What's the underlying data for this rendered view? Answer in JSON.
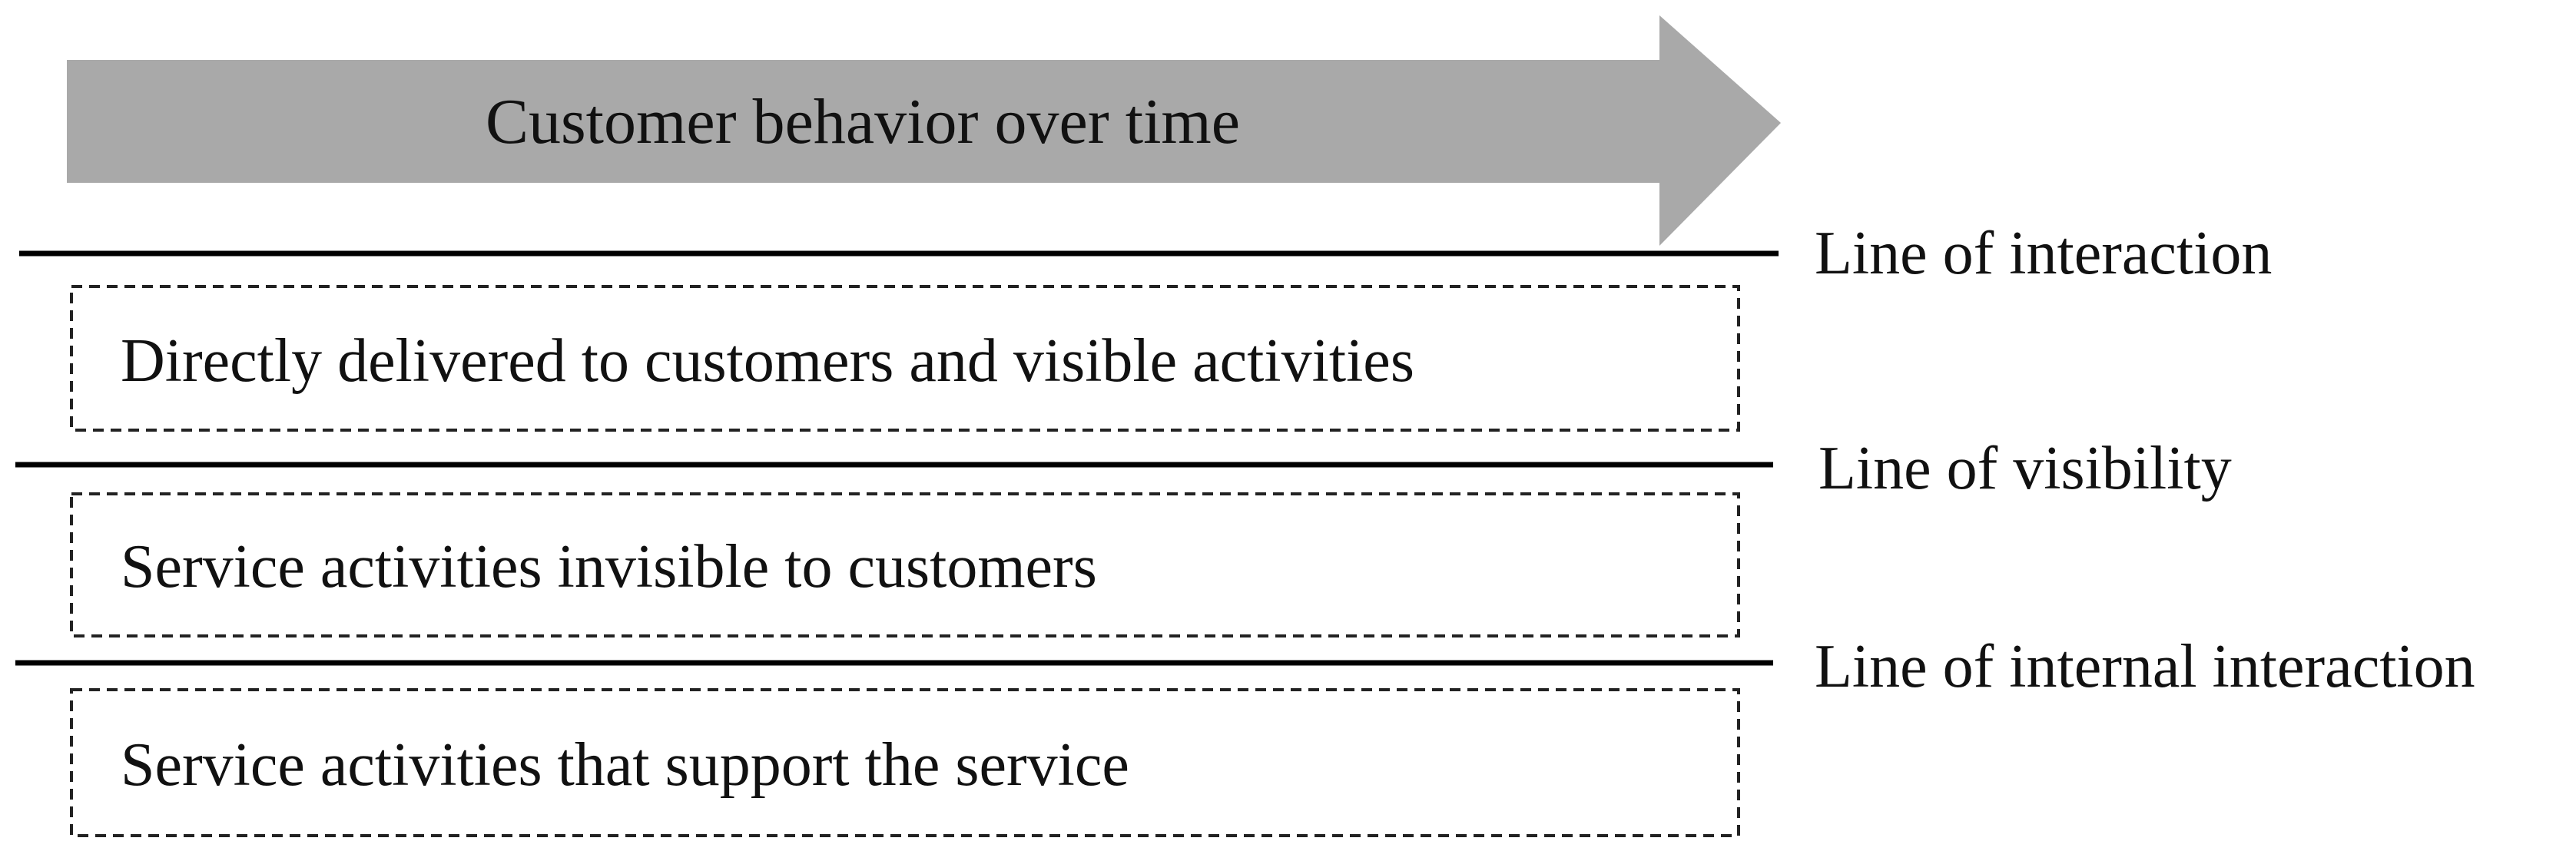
{
  "arrow": {
    "label": "Customer behavior over time",
    "color": "#a9a9a9"
  },
  "lines": [
    {
      "label": "Line of interaction"
    },
    {
      "label": "Line of visibility"
    },
    {
      "label": "Line of internal interaction"
    }
  ],
  "boxes": [
    {
      "label": "Directly delivered to customers and visible activities"
    },
    {
      "label": "Service activities invisible to customers"
    },
    {
      "label": "Service activities that support the service"
    }
  ]
}
